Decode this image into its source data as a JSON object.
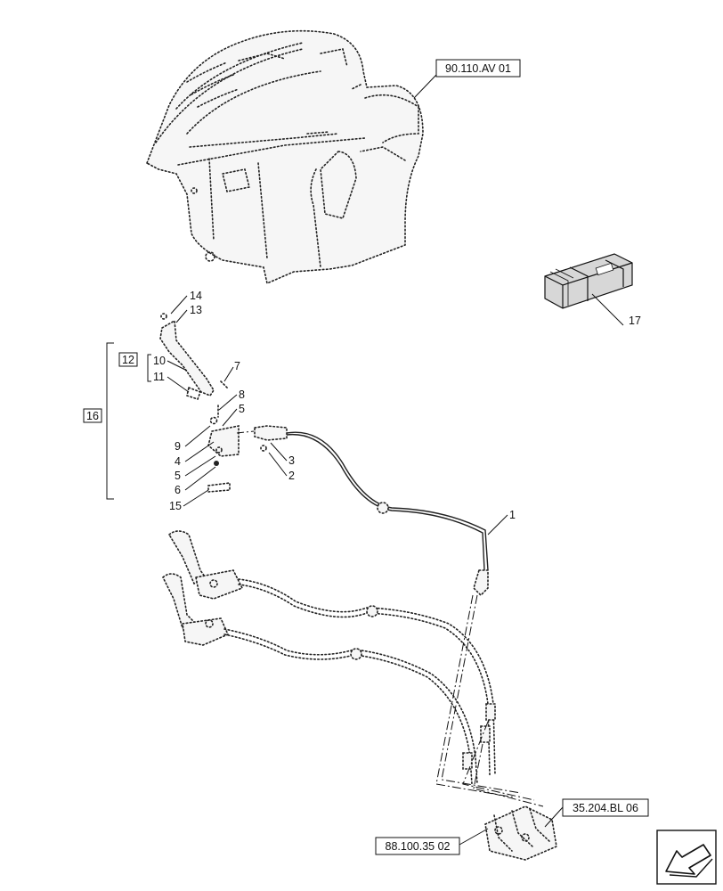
{
  "references": {
    "top_right": "90.110.AV 01",
    "bottom_right": "35.204.BL 06",
    "bottom_left": "88.100.35 02"
  },
  "callouts": {
    "c1": "1",
    "c2": "2",
    "c3": "3",
    "c4": "4",
    "c5a": "5",
    "c5b": "5",
    "c6": "6",
    "c7": "7",
    "c8": "8",
    "c9": "9",
    "c10": "10",
    "c11": "11",
    "c12": "12",
    "c13": "13",
    "c14": "14",
    "c15": "15",
    "c16": "16",
    "c17": "17"
  },
  "icons": {
    "kit_box": "wooden-crate-icon",
    "nav": "arrow-left-icon"
  },
  "colors": {
    "line": "#111111",
    "hatch": "#e9e9e9"
  }
}
